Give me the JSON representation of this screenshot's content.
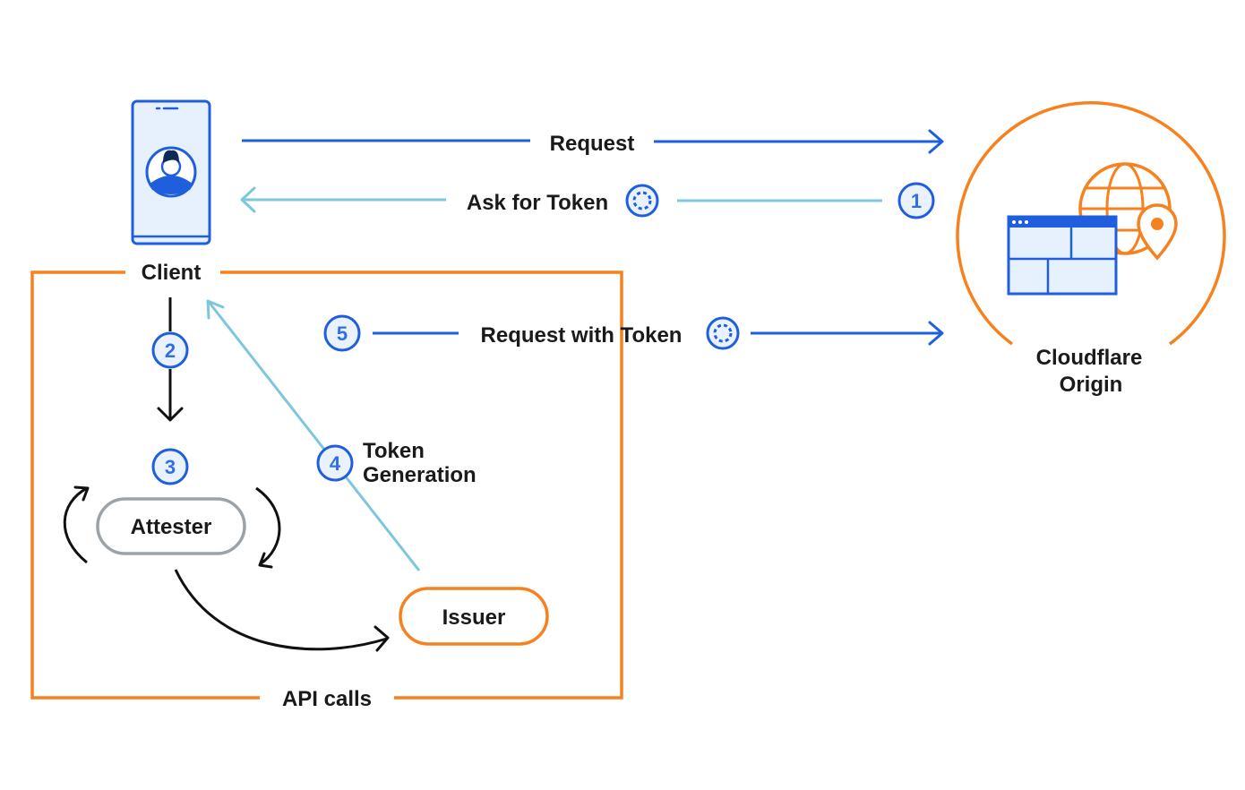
{
  "colors": {
    "blue": "#1f5fde",
    "light_blue": "#7ec6dc",
    "orange": "#f6821f",
    "black": "#111111",
    "grey": "#9ca3a8",
    "step_fill": "#eaf2ff"
  },
  "nodes": {
    "client": {
      "label": "Client",
      "icon": "phone-user-icon"
    },
    "origin": {
      "label_line1": "Cloudflare",
      "label_line2": "Origin",
      "icon": "globe-browser-location-icon"
    },
    "attester": {
      "label": "Attester"
    },
    "issuer": {
      "label": "Issuer"
    },
    "api_box": {
      "label": "API calls"
    }
  },
  "edges": {
    "request": {
      "label": "Request"
    },
    "ask_token": {
      "label": "Ask for Token",
      "step": "1"
    },
    "client_to_attester": {
      "step": "2"
    },
    "attest_loop": {
      "step": "3"
    },
    "token_generation": {
      "label_line1": "Token",
      "label_line2": "Generation",
      "step": "4"
    },
    "request_with_token": {
      "label": "Request with Token",
      "step": "5"
    }
  }
}
